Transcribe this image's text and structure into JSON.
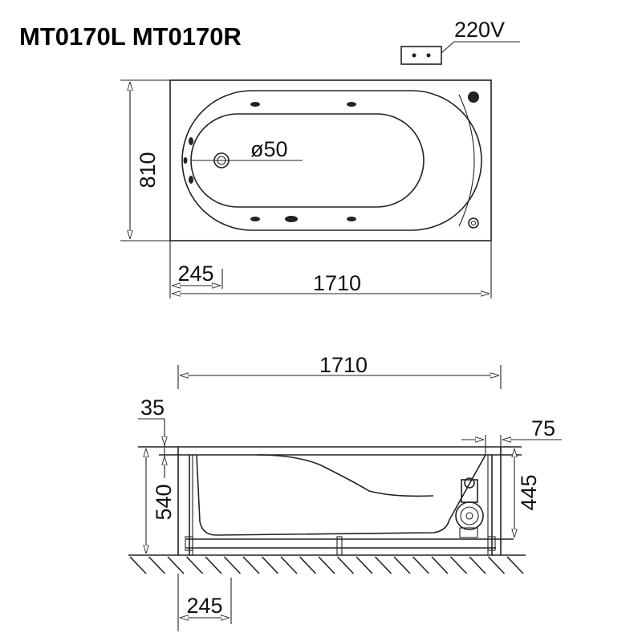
{
  "title": "MT0170L MT0170R",
  "power_label": "220V",
  "top_view": {
    "width_label": "810",
    "length_label": "1710",
    "drain_offset_label": "245",
    "drain_diameter_label": "ø50"
  },
  "side_view": {
    "length_label": "1710",
    "rim_label": "35",
    "height_label": "540",
    "inner_height_label": "445",
    "end_label": "75",
    "drain_offset_label": "245"
  }
}
